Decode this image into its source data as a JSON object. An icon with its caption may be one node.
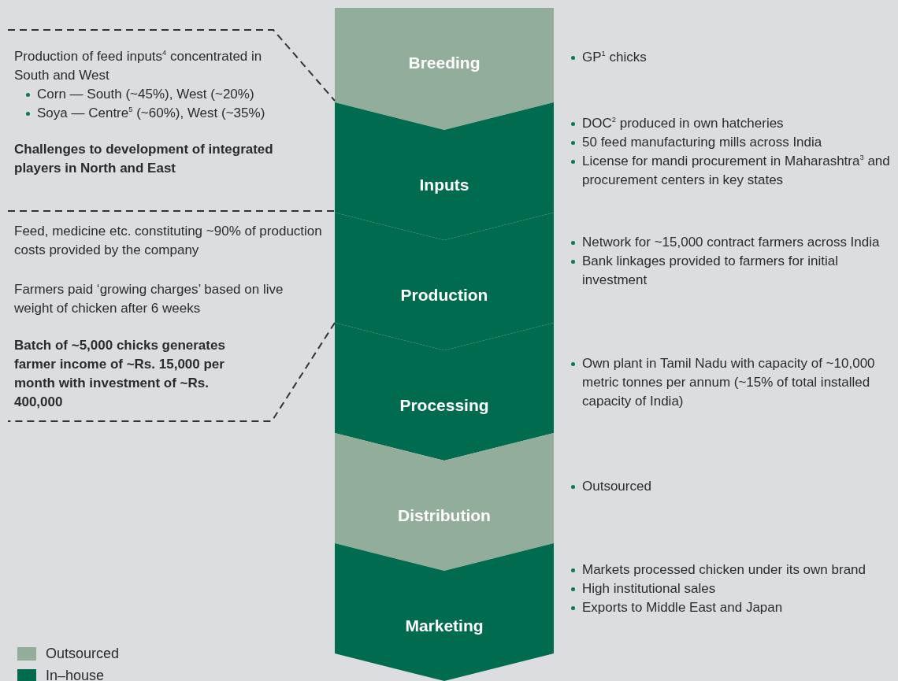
{
  "diagram": {
    "nodes": [
      {
        "text": [
          "Breeding"
        ],
        "beside": [
          "GP$^{1}$ chicks"
        ]
      },
      {
        "text": [
          "Inputs"
        ],
        "beside": [
          "DOC$^{2}$ produced in own hatcheries",
          "50 feed manufacturing mills across India",
          "License for mandi procurement in Maharashtra$^{3}$ and procurement centers in key states"
        ]
      },
      {
        "text": [
          "Production"
        ],
        "beside": [
          "Network for ~15,000 contract farmers across India",
          "Bank linkages provided to farmers for initial investment"
        ]
      },
      {
        "text": [
          "Processing"
        ],
        "beside": [
          "Own plant in Tamil Nadu with capacity of ~10,000 metric tonnes per annum (~15% of total installed capacity of India)"
        ]
      },
      {
        "text": [
          "Distribution"
        ],
        "beside": [
          "Outsourced"
        ]
      },
      {
        "text": [
          "Marketing"
        ],
        "beside": [
          "Markets processed chicken under its own brand",
          "High institutional sales",
          "Exports to Middle East and Japan"
        ]
      }
    ],
    "labels": [
      "Production of feed inputs$^{4}$ concentrated in South and West",
      "Corn — South (~45%), West (~20%)",
      "Soya — Centre$^{5}$ (~60%), West (~35%)",
      "Challenges to development of integrated players in North and East",
      "Feed, medicine etc. constituting ~90% of production costs provided by the company",
      "Farmers paid ‘growing charges’ based on live weight of chicken after 6 weeks",
      "Batch of ~5,000 chicks generates farmer income of ~Rs. 15,000 per month with investment of ~Rs. 400,000"
    ],
    "legend": [
      {
        "text": "Outsourced",
        "color": "#93ad9b"
      },
      {
        "text": "In–house",
        "color": "#006b4e"
      }
    ]
  }
}
